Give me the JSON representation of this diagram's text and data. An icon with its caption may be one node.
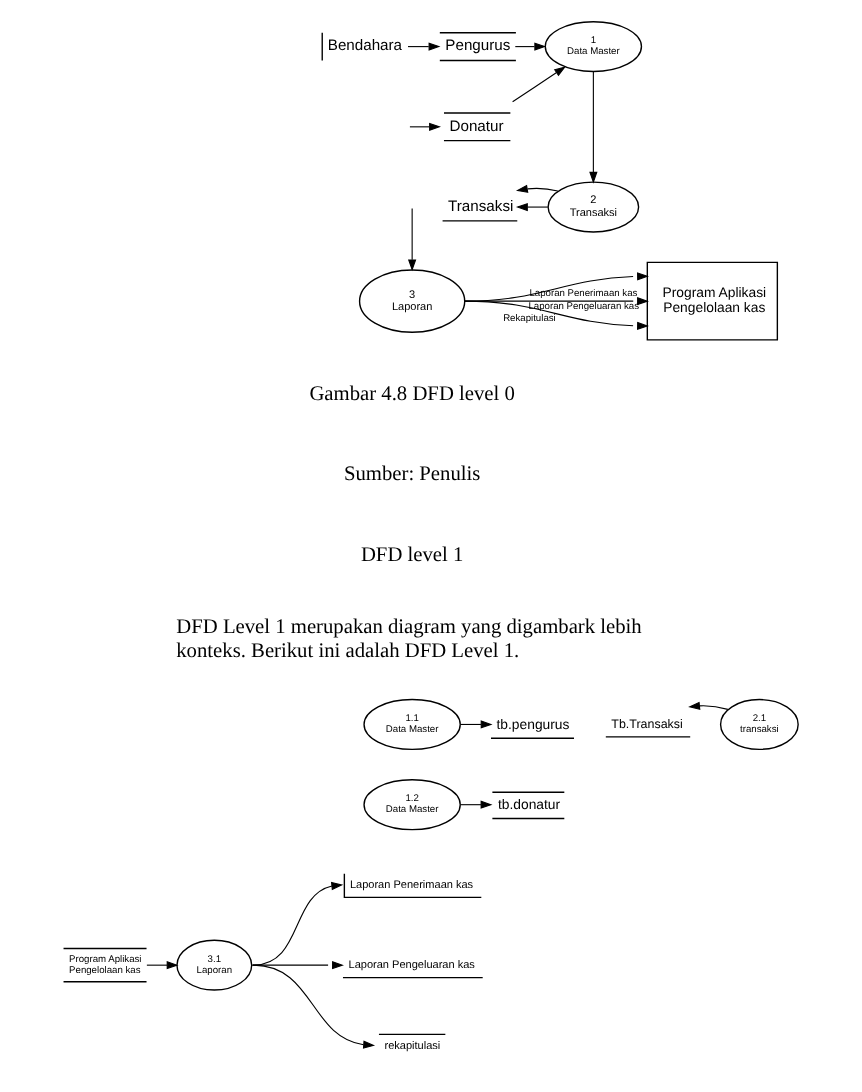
{
  "diagram": {
    "edges": [
      {
        "from": 0,
        "to": 1,
        "arrow": "to"
      },
      {
        "from": null,
        "to": 2,
        "arrow": "to"
      },
      {
        "from": 1,
        "to": 3,
        "arrow": "to"
      },
      {
        "from": 2,
        "to": 3,
        "arrow": "to"
      },
      {
        "from": 3,
        "to": 5,
        "arrow": "to"
      },
      {
        "from": 5,
        "to": 4,
        "arrow": "to"
      },
      {
        "from": 5,
        "to": 4,
        "arrow": "to"
      },
      {
        "from": null,
        "to": 6,
        "arrow": "to"
      },
      {
        "from": 6,
        "to": 7,
        "label": "Laporan Penerimaan kas",
        "arrow": "to"
      },
      {
        "from": 6,
        "to": 7,
        "label": "Laporan Pengeluaran kas",
        "arrow": "to"
      },
      {
        "from": 6,
        "to": 7,
        "label": "Rekapitulasi",
        "arrow": "to"
      },
      {
        "from": 8,
        "to": 9,
        "arrow": "to"
      },
      {
        "from": 11,
        "to": 10,
        "arrow": "to"
      },
      {
        "from": 12,
        "to": 13,
        "arrow": "to"
      },
      {
        "from": 14,
        "to": 15,
        "arrow": "to"
      },
      {
        "from": 15,
        "to": 16,
        "arrow": "to"
      },
      {
        "from": 15,
        "to": 17,
        "arrow": "to"
      },
      {
        "from": 15,
        "to": 18,
        "arrow": "to"
      }
    ],
    "nodes": [
      {
        "text": [
          "Bendahara"
        ]
      },
      {
        "text": [
          "Pengurus"
        ]
      },
      {
        "text": [
          "Donatur"
        ]
      },
      {
        "text": [
          "1",
          "Data Master"
        ]
      },
      {
        "text": [
          "Transaksi"
        ]
      },
      {
        "text": [
          "2",
          "Transaksi"
        ]
      },
      {
        "text": [
          "3",
          "Laporan"
        ]
      },
      {
        "text": [
          "Program Aplikasi Pengelolaan kas"
        ]
      },
      {
        "text": [
          "1.1",
          "Data Master"
        ]
      },
      {
        "text": [
          "tb.pengurus"
        ]
      },
      {
        "text": [
          "Tb.Transaksi"
        ]
      },
      {
        "text": [
          "2.1",
          "transaksi"
        ]
      },
      {
        "text": [
          "1.2",
          "Data Master"
        ]
      },
      {
        "text": [
          "tb.donatur"
        ]
      },
      {
        "text": [
          "Program Aplikasi Pengelolaan kas"
        ]
      },
      {
        "text": [
          "3.1",
          "Laporan"
        ]
      },
      {
        "text": [
          "Laporan Penerimaan kas"
        ]
      },
      {
        "text": [
          "Laporan Pengeluaran kas"
        ]
      },
      {
        "text": [
          "rekapitulasi"
        ]
      }
    ],
    "labels": [
      "Gambar 4.8 DFD level 0",
      "Sumber: Penulis",
      "DFD level 1",
      "DFD Level 1 merupakan diagram yang digambark lebih konteks. Berikut ini adalah DFD Level 1."
    ]
  }
}
